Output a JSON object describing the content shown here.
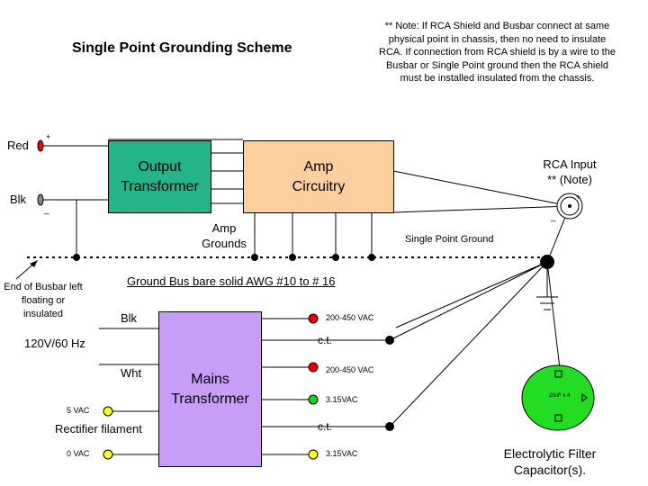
{
  "title": "Single Point Grounding Scheme",
  "note": "** Note: If RCA Shield and Busbar connect at same physical point in chassis, then no need to insulate RCA. If connection from RCA shield is by a wire to the Busbar or Single Point ground then the RCA shield must be installed insulated from the chassis.",
  "boxes": {
    "output_transformer": "Output\nTransformer",
    "amp_circuitry": "Amp\nCircuitry",
    "mains_transformer": "Mains\nTransformer"
  },
  "labels": {
    "red": "Red",
    "blk_speaker": "Blk",
    "rca_input": "RCA Input ** (Note)",
    "amp_grounds": "Amp Grounds",
    "single_point_ground": "Single Point Ground",
    "ground_bus": "Ground Bus bare solid AWG #10 to # 16",
    "end_busbar": "End of Busbar left floating or insulated",
    "blk_mains": "Blk",
    "wht": "Wht",
    "mains_voltage": "120V/60 Hz",
    "v5": "5 VAC",
    "rectifier_filament": "Rectifier filament",
    "v0": "0 VAC",
    "tap_hv1": "200-450 VAC",
    "ct1": "c.t.",
    "tap_hv2": "200-450 VAC",
    "tap_f1": "3.15VAC",
    "ct2": "c.t.",
    "tap_f2": "3.15VAC",
    "cap_value": "20uF x 4",
    "capacitor": "Electrolytic Filter Capacitor(s)."
  },
  "colors": {
    "output_transformer": "#25b48a",
    "amp_circuitry": "#fbcf9e",
    "mains_transformer": "#c79ef7",
    "hv_terminal": "#ee0000",
    "filament_terminal": "#22cc22",
    "rectifier_terminal": "#ffff22",
    "capacitor": "#22dd22"
  }
}
